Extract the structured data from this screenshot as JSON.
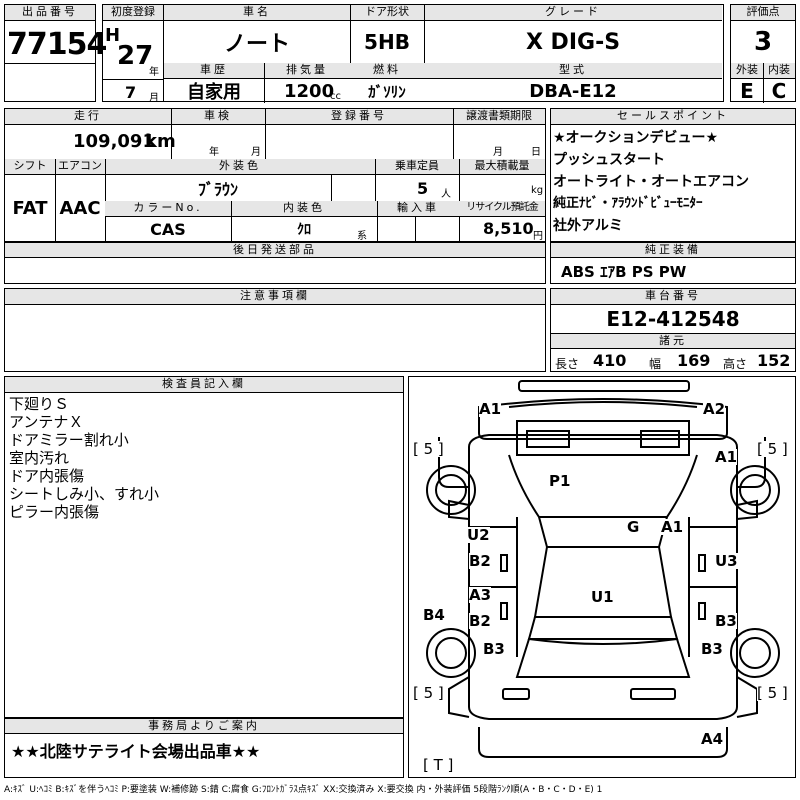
{
  "header": {
    "lot_label": "出品番号",
    "lot_no": "77154",
    "reg_label": "初度登録",
    "era": "H",
    "year": "27",
    "year_unit": "年",
    "month": "7",
    "month_unit": "月",
    "name_label": "車名",
    "name": "ノート",
    "door_label": "ドア形状",
    "door": "5HB",
    "grade_label": "グレード",
    "grade": "X DIG-S",
    "score_label": "評価点",
    "score": "3",
    "history_label": "車歴",
    "history": "自家用",
    "disp_label": "排気量",
    "disp": "1200",
    "disp_unit": "cc",
    "fuel_label": "燃料",
    "fuel": "ｶﾞｿﾘﾝ",
    "model_label": "型式",
    "model": "DBA-E12",
    "ext_label": "外装",
    "ext": "E",
    "int_label": "内装",
    "int": "C"
  },
  "specs": {
    "mileage_label": "走行",
    "mileage": "109,091",
    "mileage_unit": "km",
    "inspect_label": "車検",
    "inspect_year_unit": "年",
    "inspect_month_unit": "月",
    "regno_label": "登録番号",
    "transfer_label": "譲渡書類期限",
    "transfer_month_unit": "月",
    "transfer_day_unit": "日",
    "shift_label": "シフト",
    "shift": "FAT",
    "ac_label": "エアコン",
    "ac": "AAC",
    "color_label": "外装色",
    "color": "ﾌﾞﾗｳﾝ",
    "seats_label": "乗車定員",
    "seats": "5",
    "seats_unit": "人",
    "load_label": "最大積載量",
    "load_unit": "kg",
    "colorno_label": "カラーNo.",
    "colorno": "CAS",
    "intcolor_label": "内装色",
    "intcolor": "ｸﾛ",
    "intcolor_unit": "系",
    "import_label": "輸入車",
    "recycle_label": "リサイクル預託金",
    "recycle": "8,510",
    "recycle_unit": "円",
    "later_label": "後日発送部品",
    "notes_label": "注意事項欄"
  },
  "sales": {
    "label": "セールスポイント",
    "points": [
      "★オークションデビュー★",
      "プッシュスタート",
      "オートライト・オートエアコン",
      "純正ﾅﾋﾞ・ｱﾗｳﾝﾄﾞﾋﾞｭｰﾓﾆﾀｰ",
      "社外アルミ"
    ]
  },
  "equipment": {
    "label": "純正装備",
    "items": "ABS ｴｱB PS PW"
  },
  "chassis": {
    "label": "車台番号",
    "number": "E12-412548",
    "dims_label": "諸元",
    "len_label": "長さ",
    "len": "410",
    "wid_label": "幅",
    "wid": "169",
    "hgt_label": "高さ",
    "hgt": "152"
  },
  "inspector": {
    "label": "検査員記入欄",
    "lines": [
      "下廻りＳ",
      "アンテナＸ",
      "ドアミラー割れ小",
      "室内汚れ",
      "ドア内張傷",
      "シートしみ小、すれ小",
      "ピラー内張傷"
    ]
  },
  "office": {
    "label": "事務局よりご案内",
    "text": "★★北陸サテライト会場出品車★★"
  },
  "legend": "A:ｷｽﾞ U:ﾍｺﾐ B:ｷｽﾞを伴うﾍｺﾐ P:要塗装 W:補修跡 S:錆 C:腐食 G:ﾌﾛﾝﾄｶﾞﾗｽ点ｷｽﾞ XX:交換済み X:要交換 内・外装評価 5段階ﾗﾝｸ順(A・B・C・D・E) 1",
  "damage": {
    "fl_tire": "[ 5 ]",
    "fr_tire": "[ 5 ]",
    "rl_tire": "[ 5 ]",
    "rr_tire": "[ 5 ]",
    "spare": "[ T ]",
    "a1_front_left": "A1",
    "a2_front_right": "A2",
    "a1_right_fender": "A1",
    "p1": "P1",
    "g": "G",
    "a1_glass": "A1",
    "u2": "U2",
    "b2_left_front": "B2",
    "u3": "U3",
    "a3": "A3",
    "b2_left_rear": "B2",
    "u1": "U1",
    "b4": "B4",
    "b3_left": "B3",
    "b3_right_door": "B3",
    "b3_right": "B3",
    "a4": "A4"
  }
}
